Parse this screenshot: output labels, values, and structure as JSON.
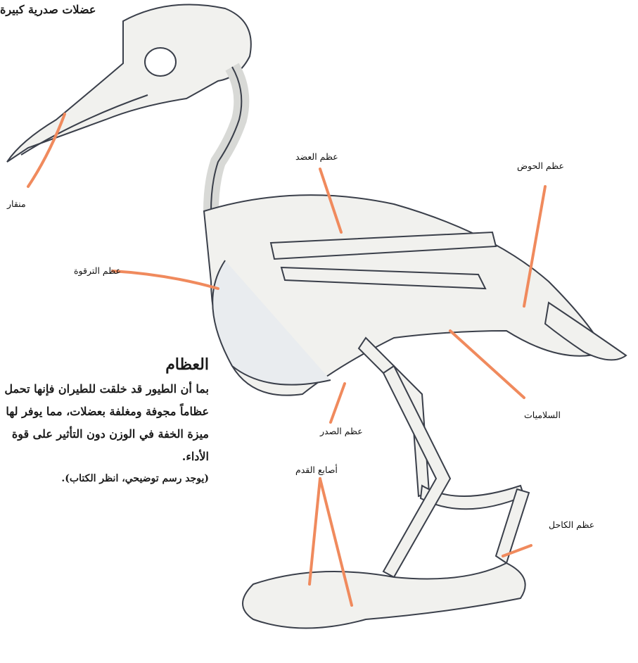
{
  "top_label": "عضلات صدرية كبيرة",
  "labels": {
    "beak": "منقار",
    "clavicle": "عظم الترقوة",
    "humerus": "عظم العضد",
    "pelvis": "عظم الحوض",
    "phalanges": "السلاميات",
    "sternum": "عظم الصدر",
    "toes": "أصابع القدم",
    "tarsus": "عظم الكاحل"
  },
  "section": {
    "heading": "العظام",
    "paragraph": "بما أن الطيور قد خلقت للطيران فإنها تحمل عظاماً مجوفة ومغلفة بعضلات، مما يوفر لها ميزة الخفة في الوزن دون التأثير على قوة الأداء.",
    "note": "(يوجد رسم توضيحي، انظر الكتاب)."
  },
  "colors": {
    "leader_line": "#f08a5d",
    "bone_stroke": "#3a3f4a",
    "bone_fill": "#f1f1ee",
    "shade": "#b9c0cc"
  }
}
